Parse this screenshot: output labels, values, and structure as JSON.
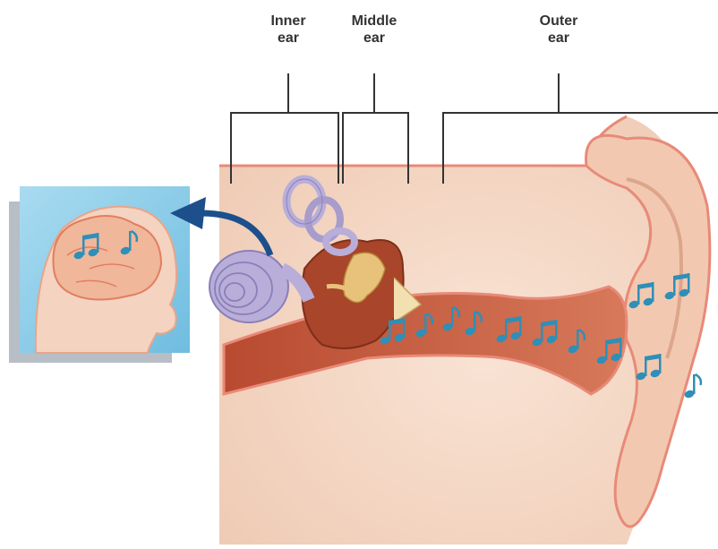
{
  "labels": {
    "inner": {
      "line1": "Inner",
      "line2": "ear"
    },
    "middle": {
      "line1": "Middle",
      "line2": "ear"
    },
    "outer": {
      "line1": "Outer",
      "line2": "ear"
    }
  },
  "colors": {
    "background": "#ffffff",
    "skin": "#f6d9c6",
    "ear_canal": "#c7603f",
    "ear_canal_outline": "#e88a78",
    "cochlea": "#b8aed9",
    "cochlea_outline": "#8a7fb8",
    "bone": "#a8452a",
    "ossicles": "#e8c27a",
    "music_note": "#2e8fb8",
    "brain_panel": "#8fcde8",
    "brain": "#f0b79a",
    "arrow": "#1d4f8c",
    "bracket": "#333333"
  },
  "icons": [
    "music-note-icon",
    "brain-icon",
    "arrow-icon"
  ]
}
